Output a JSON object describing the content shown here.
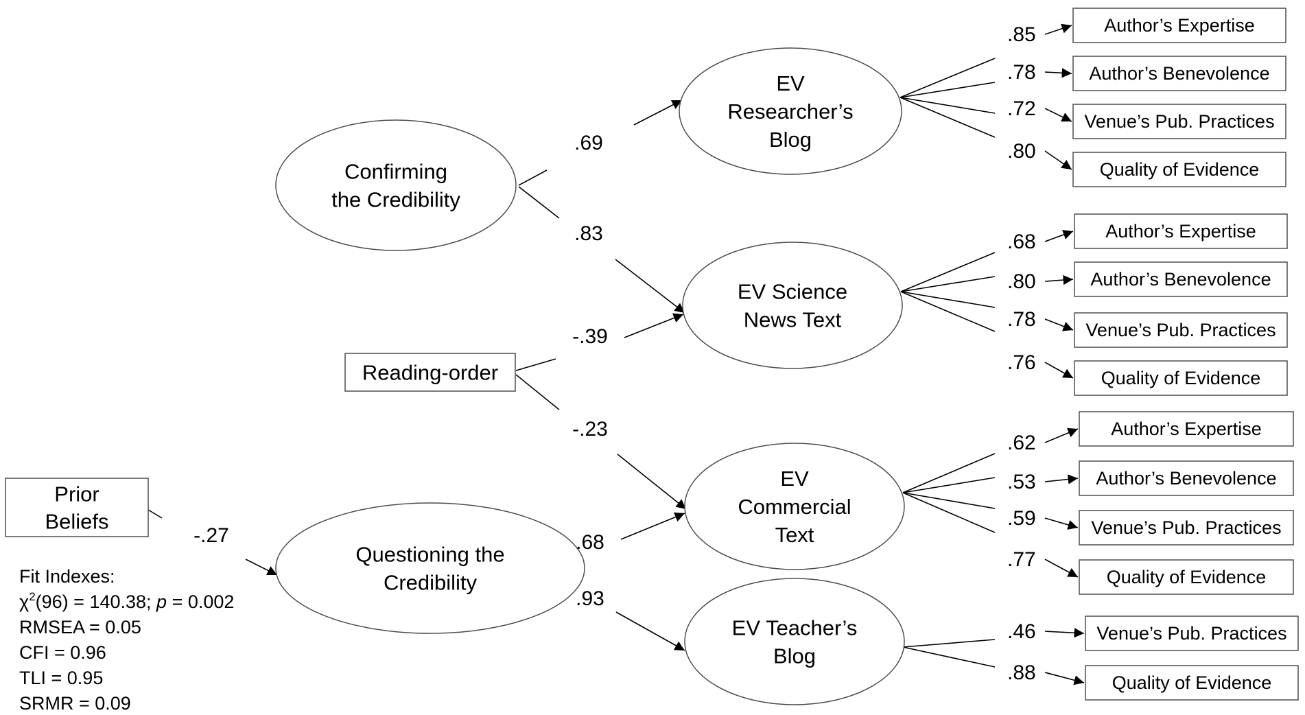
{
  "latent_predictors": [
    {
      "id": "confirming",
      "lines": [
        "Confirming",
        "the Credibility"
      ]
    },
    {
      "id": "questioning",
      "lines": [
        "Questioning the",
        "Credibility"
      ]
    }
  ],
  "observed_predictors": [
    {
      "id": "reading",
      "lines": [
        "Reading-order"
      ]
    },
    {
      "id": "prior",
      "lines": [
        "Prior",
        "Beliefs"
      ]
    }
  ],
  "outcomes": [
    {
      "id": "ev_researcher",
      "lines": [
        "EV",
        "Researcher’s",
        "Blog"
      ],
      "indicators": [
        {
          "label": "Author’s Expertise",
          "loading": ".85"
        },
        {
          "label": "Author’s Benevolence",
          "loading": ".78"
        },
        {
          "label": "Venue’s Pub. Practices",
          "loading": ".72"
        },
        {
          "label": "Quality of Evidence",
          "loading": ".80"
        }
      ]
    },
    {
      "id": "ev_science",
      "lines": [
        "EV Science",
        "News Text"
      ],
      "indicators": [
        {
          "label": "Author’s Expertise",
          "loading": ".68"
        },
        {
          "label": "Author’s Benevolence",
          "loading": ".80"
        },
        {
          "label": "Venue’s Pub. Practices",
          "loading": ".78"
        },
        {
          "label": "Quality of Evidence",
          "loading": ".76"
        }
      ]
    },
    {
      "id": "ev_commercial",
      "lines": [
        "EV",
        "Commercial",
        "Text"
      ],
      "indicators": [
        {
          "label": "Author’s Expertise",
          "loading": ".62"
        },
        {
          "label": "Author’s Benevolence",
          "loading": ".53"
        },
        {
          "label": "Venue’s Pub. Practices",
          "loading": ".59"
        },
        {
          "label": "Quality of Evidence",
          "loading": ".77"
        }
      ]
    },
    {
      "id": "ev_teacher",
      "lines": [
        "EV Teacher’s",
        "Blog"
      ],
      "indicators": [
        {
          "label": "Venue’s Pub. Practices",
          "loading": ".46"
        },
        {
          "label": "Quality of Evidence",
          "loading": ".88"
        }
      ]
    }
  ],
  "paths": [
    {
      "from": "confirming",
      "to": "ev_researcher",
      "coef": ".69"
    },
    {
      "from": "confirming",
      "to": "ev_science",
      "coef": ".83"
    },
    {
      "from": "reading",
      "to": "ev_science",
      "coef": "-.39"
    },
    {
      "from": "reading",
      "to": "ev_commercial",
      "coef": "-.23"
    },
    {
      "from": "questioning",
      "to": "ev_commercial",
      "coef": ".68"
    },
    {
      "from": "questioning",
      "to": "ev_teacher",
      "coef": ".93"
    },
    {
      "from": "prior",
      "to": "questioning",
      "coef": "-.27"
    }
  ],
  "fit_indexes": {
    "title": "Fit Indexes:",
    "chi_prefix": "χ",
    "chi_sup": "2",
    "chi_rest": "(96)  = 140.38; ",
    "p_symbol": "p",
    "p_rest": " = 0.002",
    "rmsea": "RMSEA = 0.05",
    "cfi": "CFI = 0.96",
    "tli": "TLI = 0.95",
    "srmr": "SRMR = 0.09"
  }
}
